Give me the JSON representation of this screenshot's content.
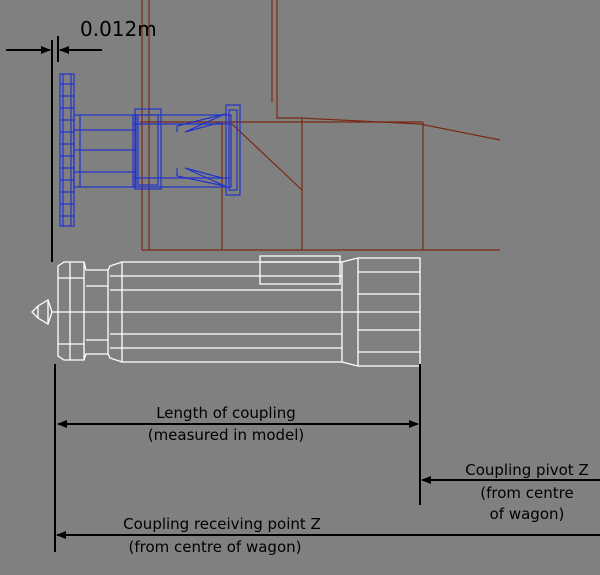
{
  "diagram": {
    "gap_label": "0.012m",
    "length_label": {
      "line1": "Length of coupling",
      "line2": "(measured in model)"
    },
    "pivot_label": {
      "line1": "Coupling pivot Z",
      "line2": "(from centre",
      "line3": "of wagon)"
    },
    "receiving_label": {
      "line1": "Coupling receiving point Z",
      "line2": "(from centre of wagon)"
    },
    "colors": {
      "background": "#808080",
      "wagon_body": "#7a2a14",
      "buffer": "#2233cc",
      "coupling": "#ffffff",
      "dimension_lines": "#000000"
    }
  }
}
